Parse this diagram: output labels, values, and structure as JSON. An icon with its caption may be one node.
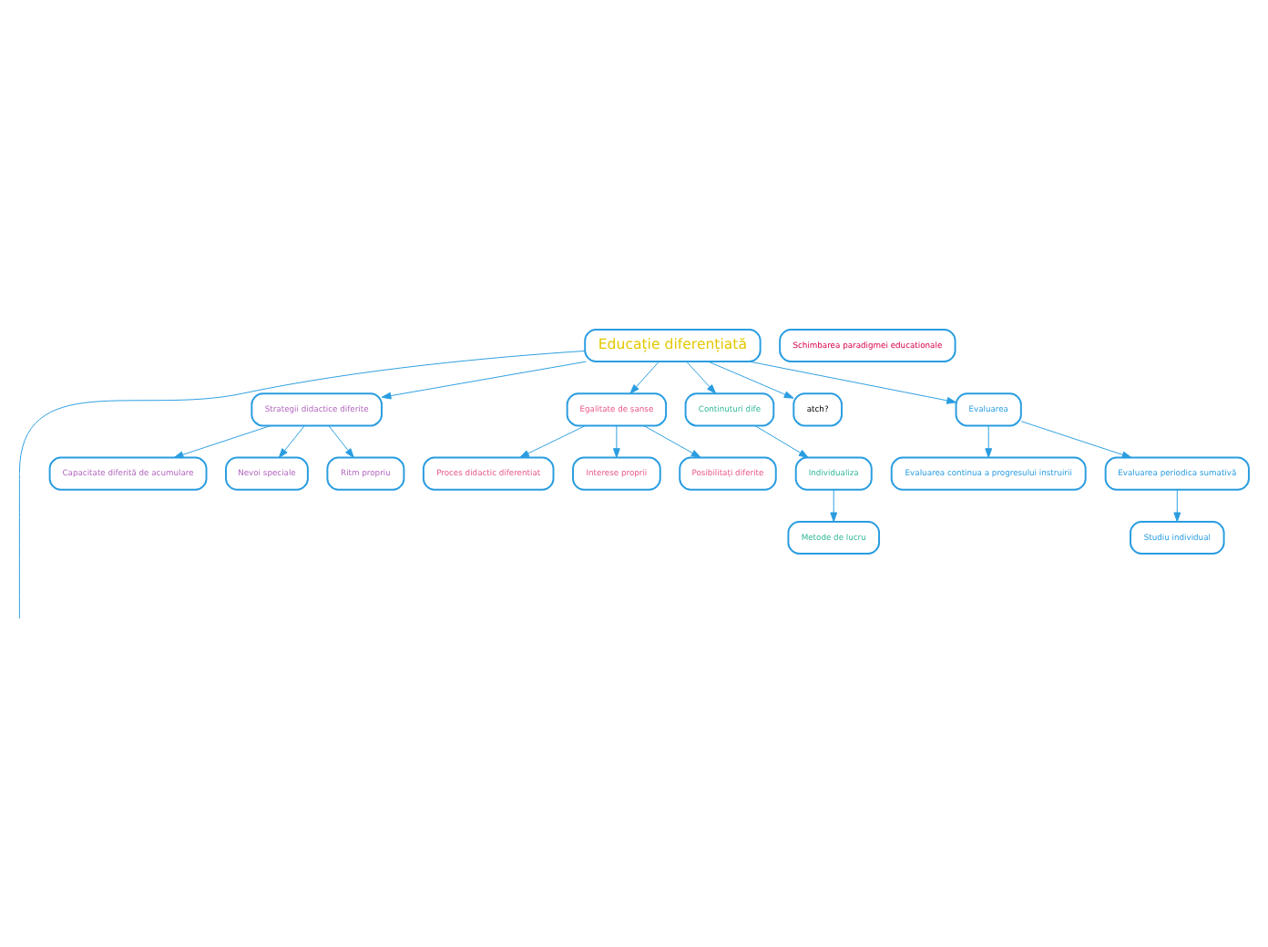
{
  "diagram": {
    "nodes": [
      {
        "text": [
          "Educație diferențiată"
        ]
      },
      {
        "text": [
          "Strategii didactice diferite"
        ]
      },
      {
        "text": [
          "Capacitate diferită de acumulare"
        ]
      },
      {
        "text": [
          "Nevoi speciale"
        ]
      },
      {
        "text": [
          "Ritm propriu"
        ]
      },
      {
        "text": [
          "Egalitate de șanse"
        ]
      },
      {
        "text": [
          "Proces didactic diferentiat"
        ]
      },
      {
        "text": [
          "Interese proprii"
        ]
      },
      {
        "text": [
          "Posibilitați diferite"
        ]
      },
      {
        "text": [
          "Continuturi dife"
        ]
      },
      {
        "text": [
          "Individualiza"
        ]
      },
      {
        "text": [
          "Metode de lucru"
        ]
      },
      {
        "text": [
          "atch?"
        ]
      },
      {
        "text": [
          "Evaluarea"
        ]
      },
      {
        "text": [
          "Evaluarea continua a progresului instruirii"
        ]
      },
      {
        "text": [
          "Evaluarea periodica sumativă"
        ]
      },
      {
        "text": [
          "Studiu individual"
        ]
      },
      {
        "text": [
          "Schimbarea paradigmei educationale"
        ]
      }
    ],
    "edges": [
      {
        "from": 0,
        "to": 1,
        "arrow": "to"
      },
      {
        "from": 1,
        "to": 2,
        "arrow": "to"
      },
      {
        "from": 1,
        "to": 3,
        "arrow": "to"
      },
      {
        "from": 1,
        "to": 4,
        "arrow": "to"
      },
      {
        "from": 0,
        "to": 5,
        "arrow": "to"
      },
      {
        "from": 5,
        "to": 6,
        "arrow": "to"
      },
      {
        "from": 5,
        "to": 7,
        "arrow": "to"
      },
      {
        "from": 5,
        "to": 8,
        "arrow": "to"
      },
      {
        "from": 0,
        "to": 9,
        "arrow": "to"
      },
      {
        "from": 9,
        "to": 10,
        "arrow": "to"
      },
      {
        "from": 10,
        "to": 11,
        "arrow": "to"
      },
      {
        "from": 0,
        "to": null,
        "arrow": "none"
      },
      {
        "from": 0,
        "to": 12,
        "arrow": "to"
      },
      {
        "from": 0,
        "to": 13,
        "arrow": "to"
      },
      {
        "from": 13,
        "to": 14,
        "arrow": "to"
      },
      {
        "from": 13,
        "to": 15,
        "arrow": "to"
      },
      {
        "from": 15,
        "to": 16,
        "arrow": "to"
      }
    ]
  }
}
